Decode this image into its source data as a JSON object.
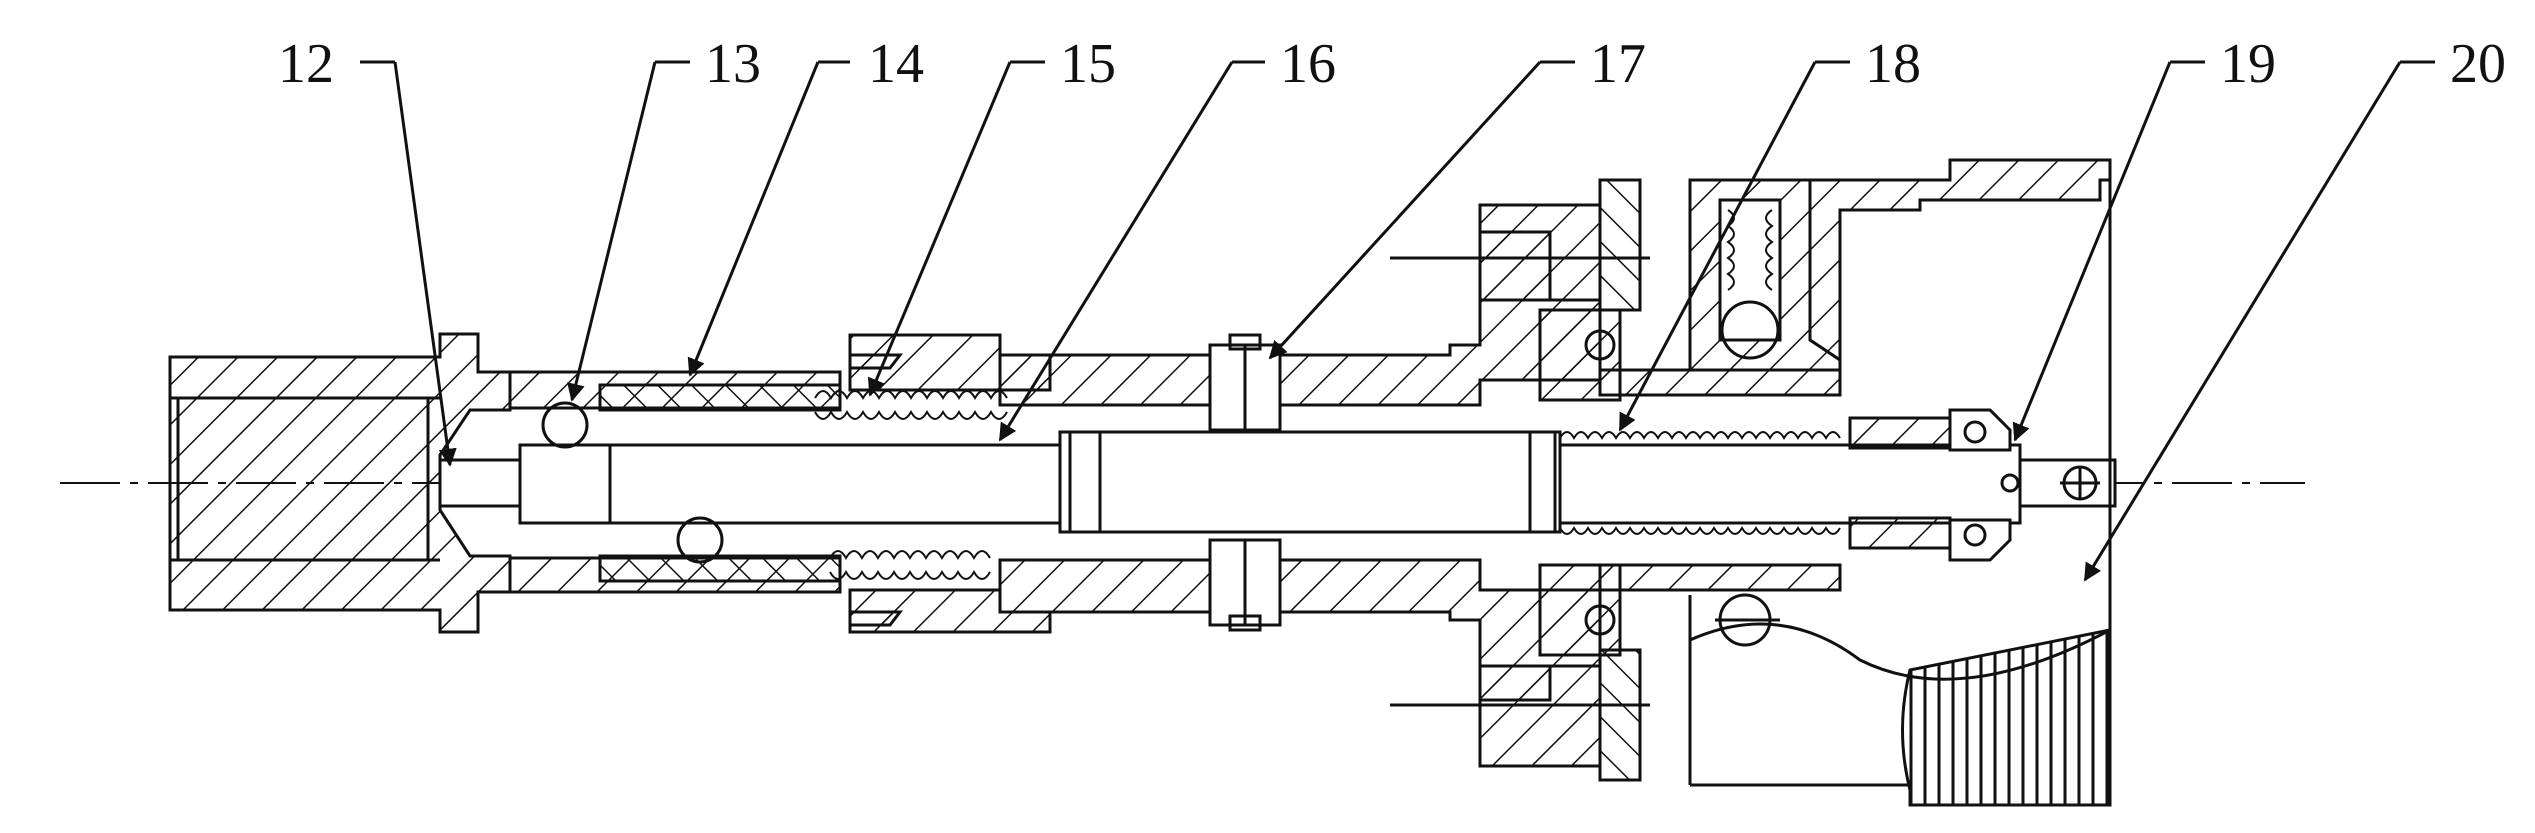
{
  "figure": {
    "callouts": [
      {
        "label": "12"
      },
      {
        "label": "13"
      },
      {
        "label": "14"
      },
      {
        "label": "15"
      },
      {
        "label": "16"
      },
      {
        "label": "17"
      },
      {
        "label": "18"
      },
      {
        "label": "19"
      },
      {
        "label": "20"
      }
    ]
  }
}
